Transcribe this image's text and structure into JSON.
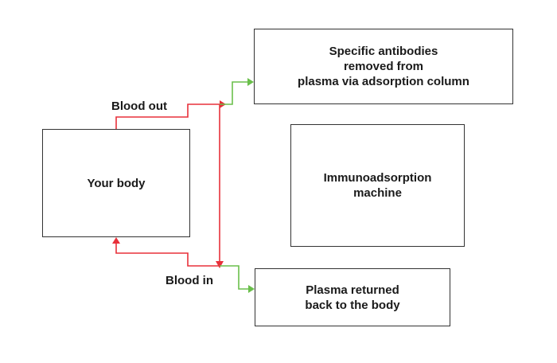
{
  "colors": {
    "out_path": "#e8303a",
    "in_path": "#e8303a",
    "green_path": "#6abf4b",
    "box_border": "#333333"
  },
  "boxes": {
    "your_body": "Your body",
    "adsorption": "Specific antibodies\nremoved from\nplasma via adsorption column",
    "machine": "Immunoadsorption\nmachine",
    "returned": "Plasma returned\nback to the body"
  },
  "labels": {
    "blood_out": "Blood out",
    "blood_in": "Blood in"
  }
}
